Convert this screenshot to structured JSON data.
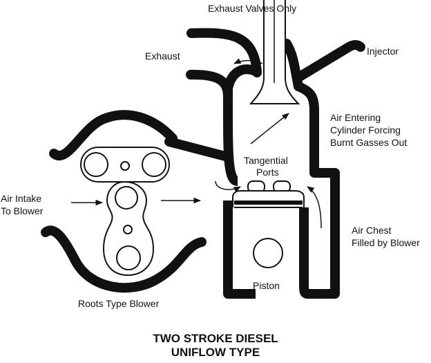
{
  "diagram": {
    "labels": {
      "exhaust_valves": "Exhaust Valves Only",
      "exhaust": "Exhaust",
      "injector": "Injector",
      "air_entering_1": "Air Entering",
      "air_entering_2": "Cylinder Forcing",
      "air_entering_3": "Burnt Gasses Out",
      "tangential_1": "Tangential",
      "tangential_2": "Ports",
      "air_intake_1": "Air Intake",
      "air_intake_2": "To Blower",
      "air_chest_1": "Air Chest",
      "air_chest_2": "Filled by Blower",
      "piston": "Piston",
      "roots_blower": "Roots Type Blower"
    },
    "title_line1": "TWO STROKE DIESEL",
    "title_line2": "UNIFLOW TYPE",
    "colors": {
      "ink": "#111111",
      "background": "#ffffff"
    }
  }
}
